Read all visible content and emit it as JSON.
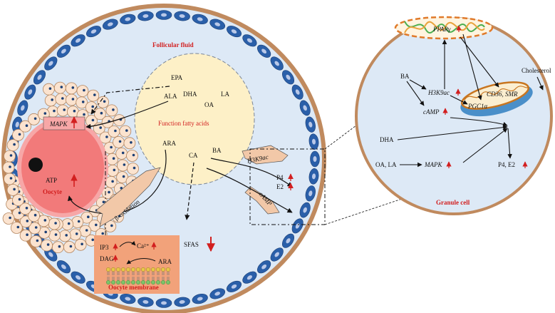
{
  "labels": {
    "follicular_fluid": "Follicular fluid",
    "function_fatty_acids": "Function fatty acids",
    "oocyte": "Oocyte",
    "oocyte_membrane": "Oocyte membrane",
    "granule_cell": "Granule cell",
    "beta_oxidation": "β-oxidation",
    "sfas": "SFAS"
  },
  "fatty_acids": {
    "epa": "EPA",
    "ala": "ALA",
    "dha": "DHA",
    "la": "LA",
    "oa": "OA",
    "ara": "ARA",
    "ca": "CA",
    "ba": "BA"
  },
  "oocyte_items": {
    "mapk": "MAPK",
    "atp": "ATP"
  },
  "membrane_items": {
    "ip3": "IP3",
    "dag": "DAG",
    "ca2": "Ca²⁺",
    "ara": "ARA"
  },
  "follicle_items": {
    "h3k9ac": "H3K9ac",
    "camp": "cAMP",
    "p4": "P4",
    "e2": "E2"
  },
  "granule_items": {
    "ppar": "PPARγ",
    "ba": "BA",
    "h3k9ac": "H3K9ac",
    "camp": "cAMP",
    "cholesterol": "Cholesterol",
    "cd36_smr": "CD36, SMR",
    "pgc1a": "PGC1α",
    "dha": "DHA",
    "oa_la": "OA, LA",
    "mapk": "MAPK",
    "p4_e2": "P4, E2"
  },
  "colors": {
    "outer_ring": "#c08a5e",
    "follicle_fill": "#dde9f6",
    "granulosa_cell": "#2a5fa9",
    "oocyte": "#f27a7a",
    "center_fluid": "#fdf0c7",
    "membrane_box": "#f2a27a",
    "label_red": "#d21f1f"
  }
}
